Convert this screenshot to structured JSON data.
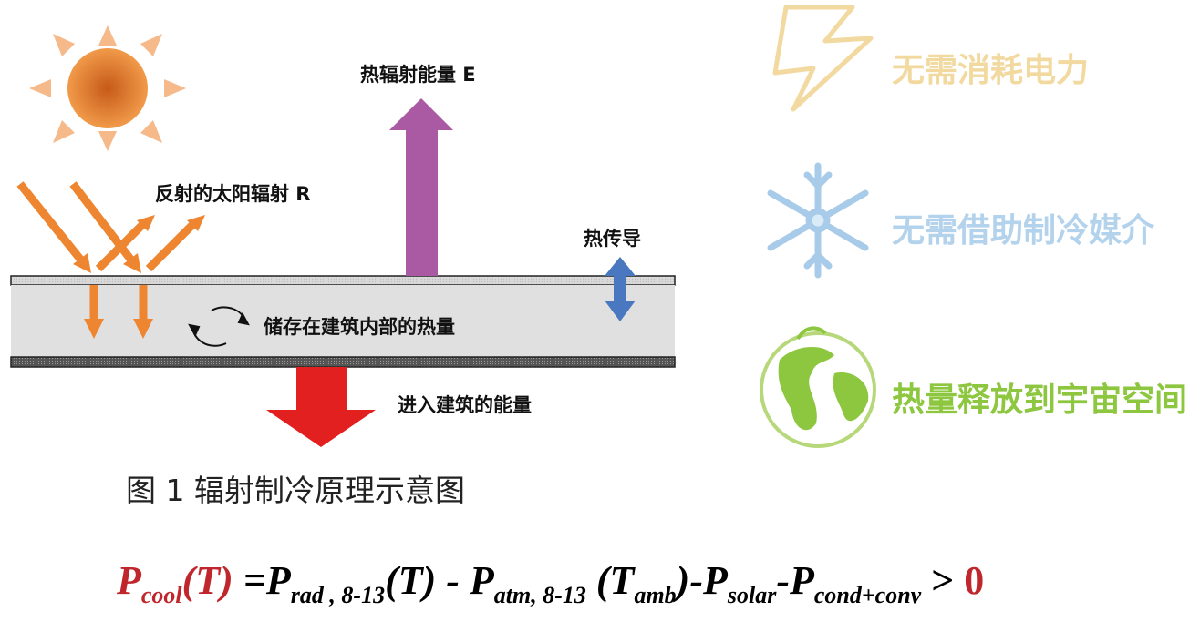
{
  "diagram": {
    "labels": {
      "thermal_radiation": "热辐射能量 E",
      "reflected_solar": "反射的太阳辐射 R",
      "conduction": "热传导",
      "stored_heat": "储存在建筑内部的热量",
      "energy_into_building": "进入建筑的能量"
    },
    "caption": "图 1 辐射制冷原理示意图"
  },
  "features": [
    {
      "icon": "lightning-icon",
      "text": "无需消耗电力",
      "color": "#f2d9a0"
    },
    {
      "icon": "snowflake-icon",
      "text": "无需借助制冷媒介",
      "color": "#b3d2ec"
    },
    {
      "icon": "globe-icon",
      "text": "热量释放到宇宙空间",
      "color": "#8dc63f"
    }
  ],
  "formula": {
    "p_cool": "P",
    "cool_sub": "cool",
    "t1": "(T)",
    "eq": "=P",
    "rad_sub": "rad , 8-13",
    "t2": "(T)",
    "minus1": " - P",
    "atm_sub": "atm, 8-13",
    "t3": " (T",
    "amb_sub": "amb",
    "close": ")",
    "minus2": "-P",
    "solar_sub": "solar",
    "minus3": "-P",
    "cond_sub": "cond+conv",
    "gt": " > ",
    "zero": "0"
  }
}
